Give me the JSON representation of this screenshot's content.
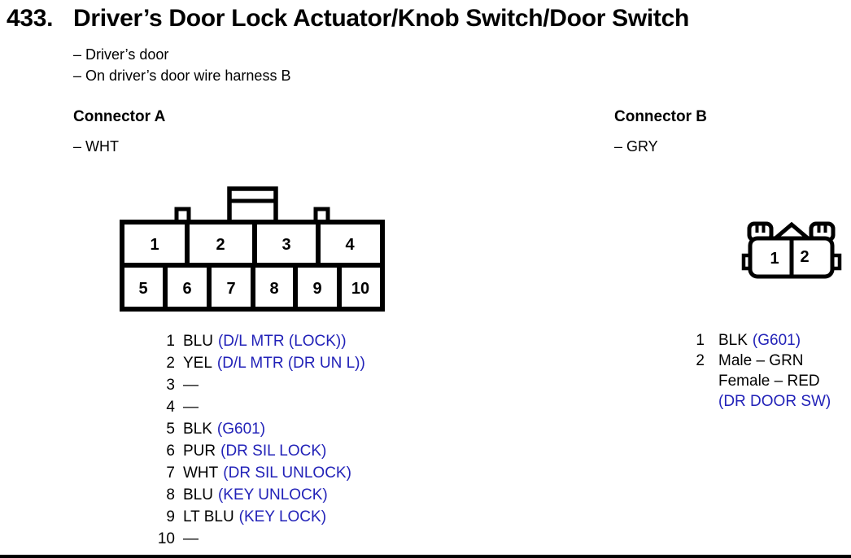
{
  "header": {
    "number": "433.",
    "title": "Driver’s Door Lock Actuator/Knob Switch/Door Switch",
    "notes": [
      "– Driver’s door",
      "– On driver’s door wire harness B"
    ]
  },
  "connector_a": {
    "heading": "Connector A",
    "color_note": "– WHT",
    "diagram": {
      "top_row": [
        "1",
        "2",
        "3",
        "4"
      ],
      "bottom_row": [
        "5",
        "6",
        "7",
        "8",
        "9",
        "10"
      ]
    },
    "pins": [
      {
        "num": "1",
        "wire": "BLU",
        "signal": "(D/L MTR (LOCK))"
      },
      {
        "num": "2",
        "wire": "YEL",
        "signal": "(D/L MTR (DR UN L))"
      },
      {
        "num": "3",
        "wire": "—",
        "signal": ""
      },
      {
        "num": "4",
        "wire": "—",
        "signal": ""
      },
      {
        "num": "5",
        "wire": "BLK",
        "signal": "(G601)"
      },
      {
        "num": "6",
        "wire": "PUR",
        "signal": "(DR SIL LOCK)"
      },
      {
        "num": "7",
        "wire": "WHT",
        "signal": "(DR SIL UNLOCK)"
      },
      {
        "num": "8",
        "wire": "BLU",
        "signal": "(KEY UNLOCK)"
      },
      {
        "num": "9",
        "wire": "LT BLU",
        "signal": "(KEY LOCK)"
      },
      {
        "num": "10",
        "wire": "—",
        "signal": ""
      }
    ]
  },
  "connector_b": {
    "heading": "Connector B",
    "color_note": "– GRY",
    "diagram": {
      "cells": [
        "1",
        "2"
      ]
    },
    "pins": [
      {
        "num": "1",
        "wire": "BLK",
        "signal": "(G601)"
      },
      {
        "num": "2",
        "wire": "Male – GRN",
        "signal": ""
      },
      {
        "num": "",
        "wire": "Female – RED",
        "signal": ""
      },
      {
        "num": "",
        "wire": "",
        "signal": "(DR DOOR SW)"
      }
    ]
  },
  "colors": {
    "signal_blue": "#2222b8",
    "ink": "#000000"
  }
}
